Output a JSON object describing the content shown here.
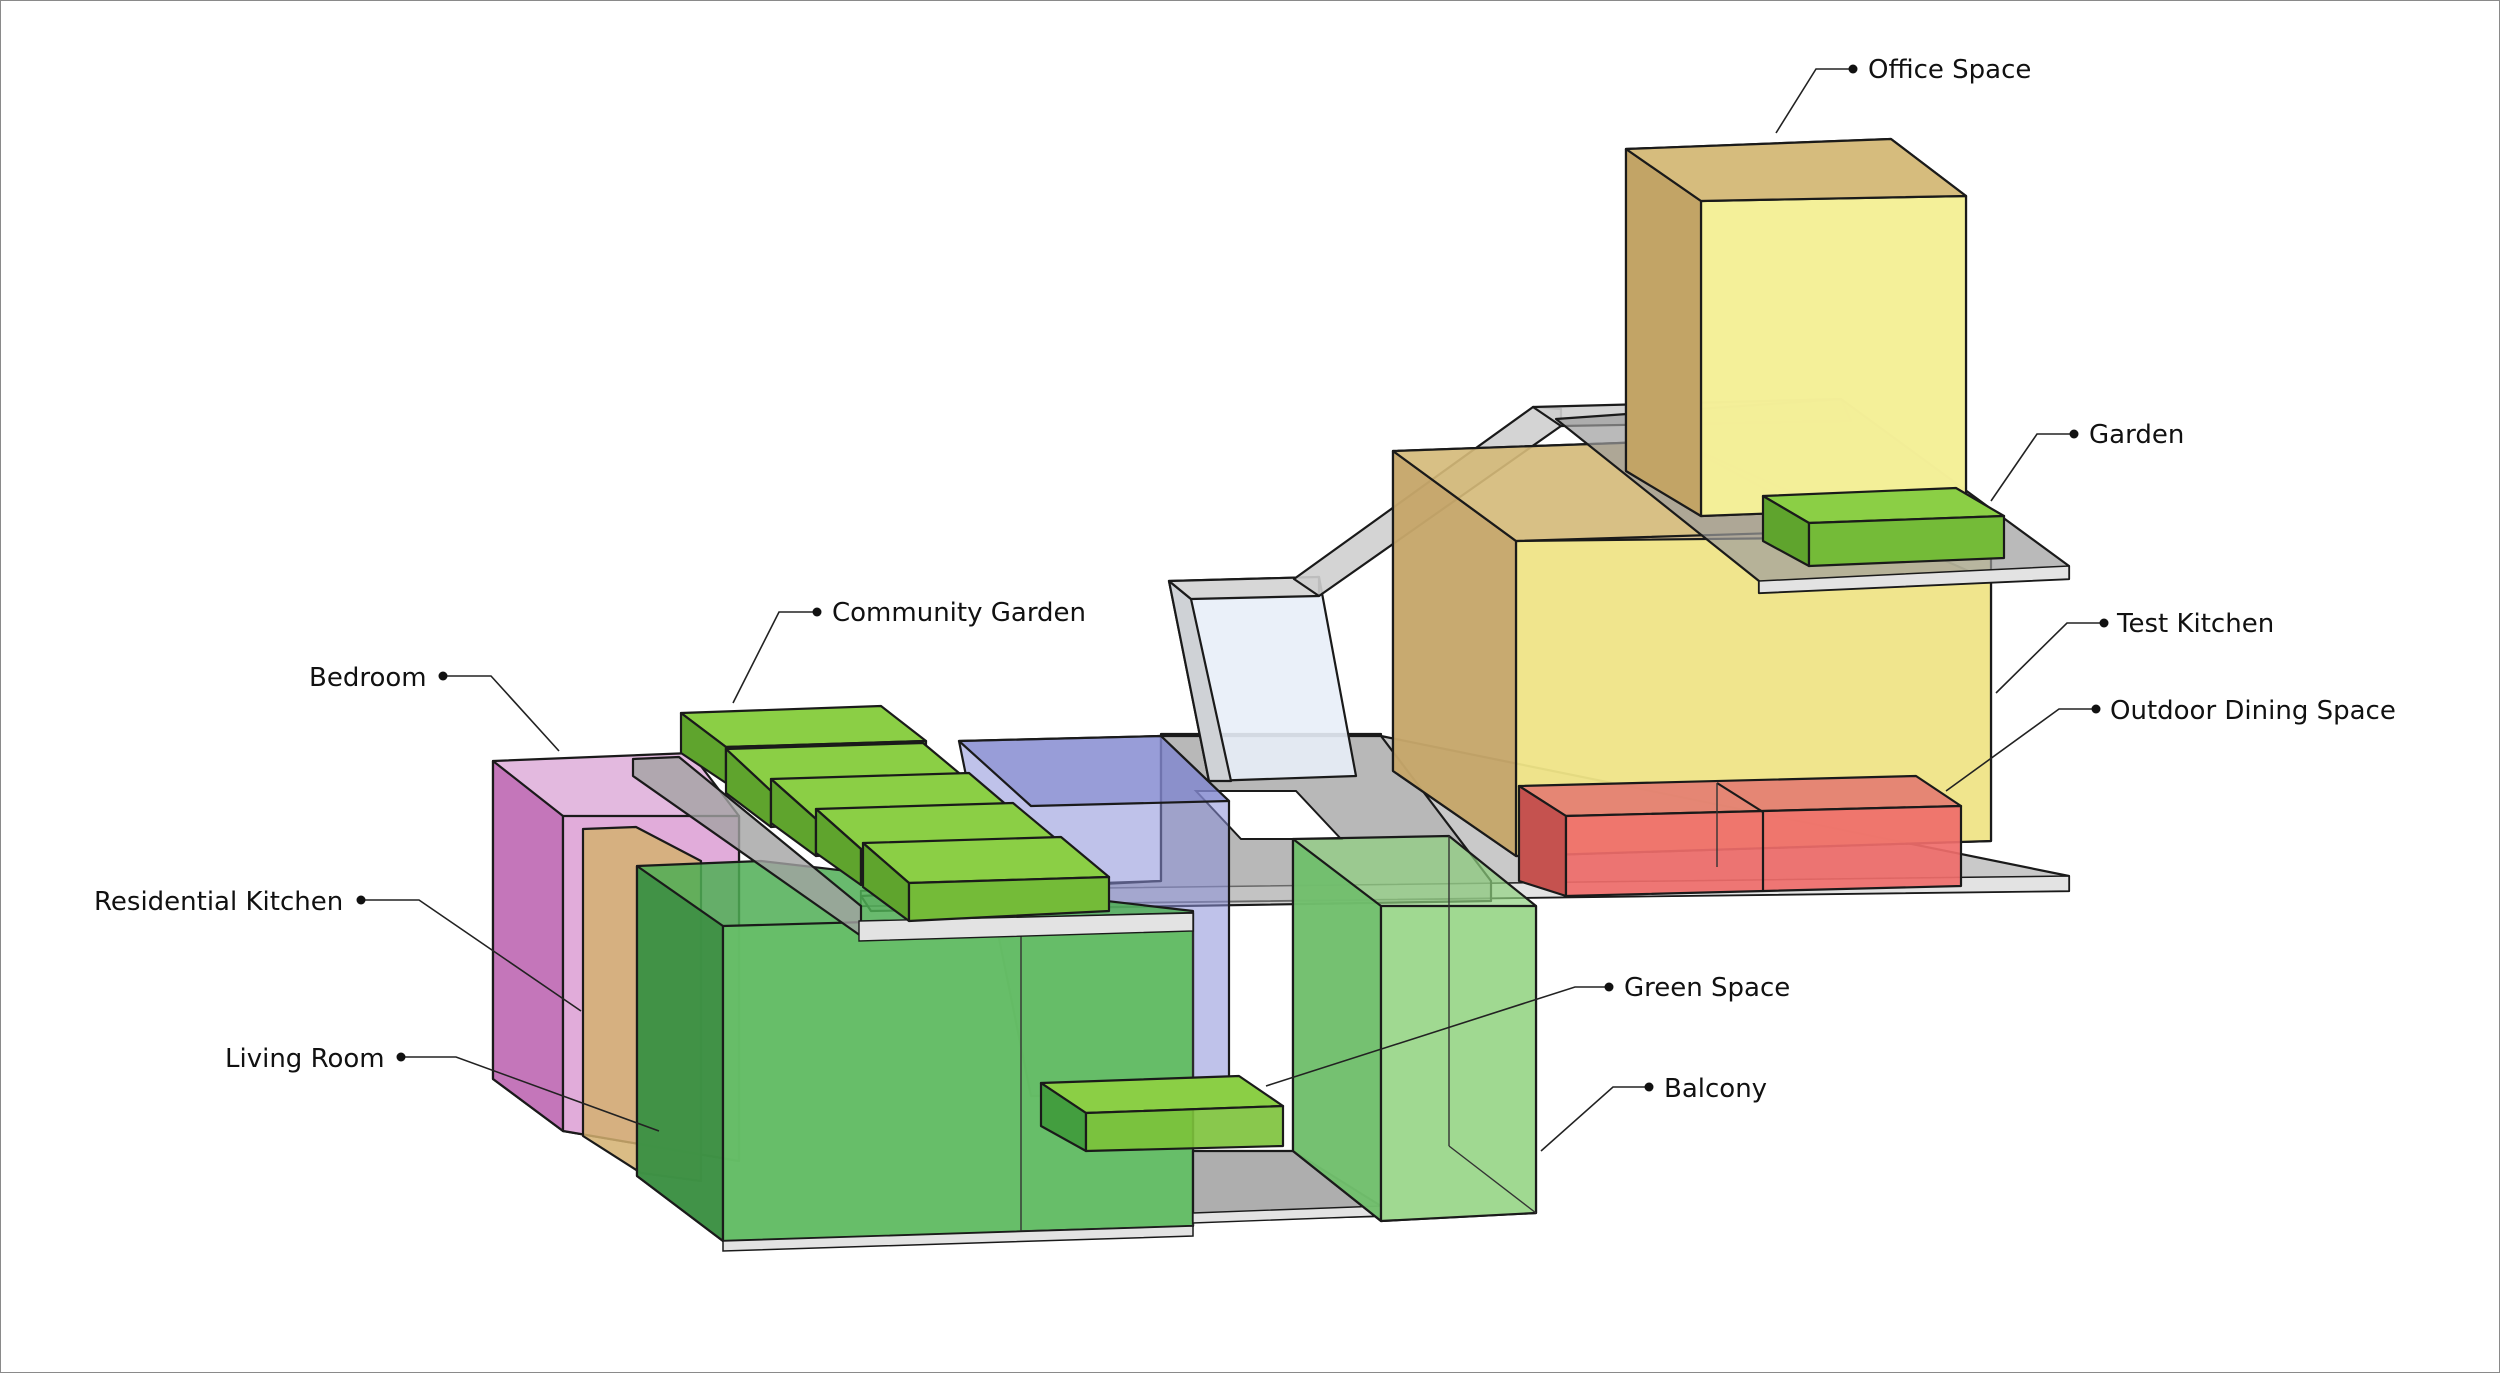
{
  "diagram": {
    "labels": {
      "office_space": "Office Space",
      "garden": "Garden",
      "test_kitchen": "Test Kitchen",
      "outdoor_dining_space": "Outdoor Dining Space",
      "community_garden": "Community Garden",
      "bedroom": "Bedroom",
      "residential_kitchen": "Residential Kitchen",
      "living_room": "Living Room",
      "green_space": "Green Space",
      "balcony": "Balcony"
    },
    "colors": {
      "office": "#f5ec80",
      "test_kitchen": "#f5ec80",
      "wood_side": "#c9aa6e",
      "garden_green": "#7cc23a",
      "living_green": "#4fae55",
      "balcony_green": "#8fd07f",
      "bedroom_purple": "#c263b8",
      "residential_tan": "#d4b070",
      "dining_red": "#ee6a68",
      "hall_blue": "#8a8fd8",
      "slab_gray": "#b9b9b9",
      "stair_blue": "#e8eef8"
    }
  }
}
